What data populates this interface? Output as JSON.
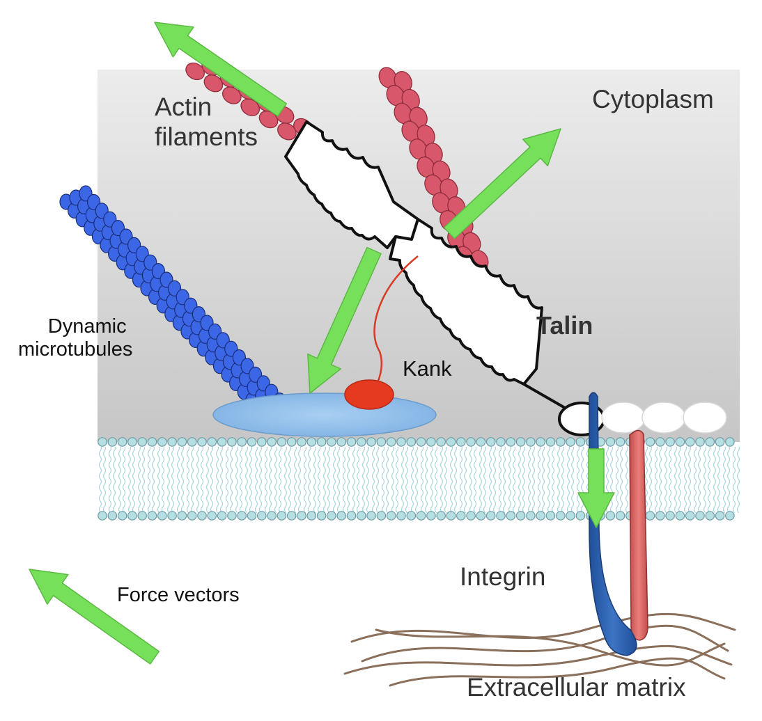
{
  "labels": {
    "cytoplasm": "Cytoplasm",
    "actin_line1": "Actin",
    "actin_line2": "filaments",
    "talin": "Talin",
    "kank": "Kank",
    "microtubules_line1": "Dynamic",
    "microtubules_line2": "microtubules",
    "integrin": "Integrin",
    "force_vectors": "Force vectors",
    "ecm": "Extracellular matrix"
  },
  "colors": {
    "cytoplasm_top": "#e6e6e6",
    "cytoplasm_bottom": "#c7c7c7",
    "force_arrow": "#76e05a",
    "force_arrow_outline": "#5ab843",
    "actin": "#d9576a",
    "microtubule": "#3b66e6",
    "membrane_head": "#b6dfe3",
    "membrane_tail": "#bcdfe6",
    "kank_body": "#e6391f",
    "kank_partner": "#8fbfeb",
    "integrin_beta": "#2e5fa8",
    "integrin_alpha": "#d8605f",
    "ecm_fiber": "#8a6f5a",
    "talin_fill": "#ffffff",
    "talin_outline": "#111111"
  },
  "icons": {
    "force_arrow": "green-arrow-icon"
  }
}
